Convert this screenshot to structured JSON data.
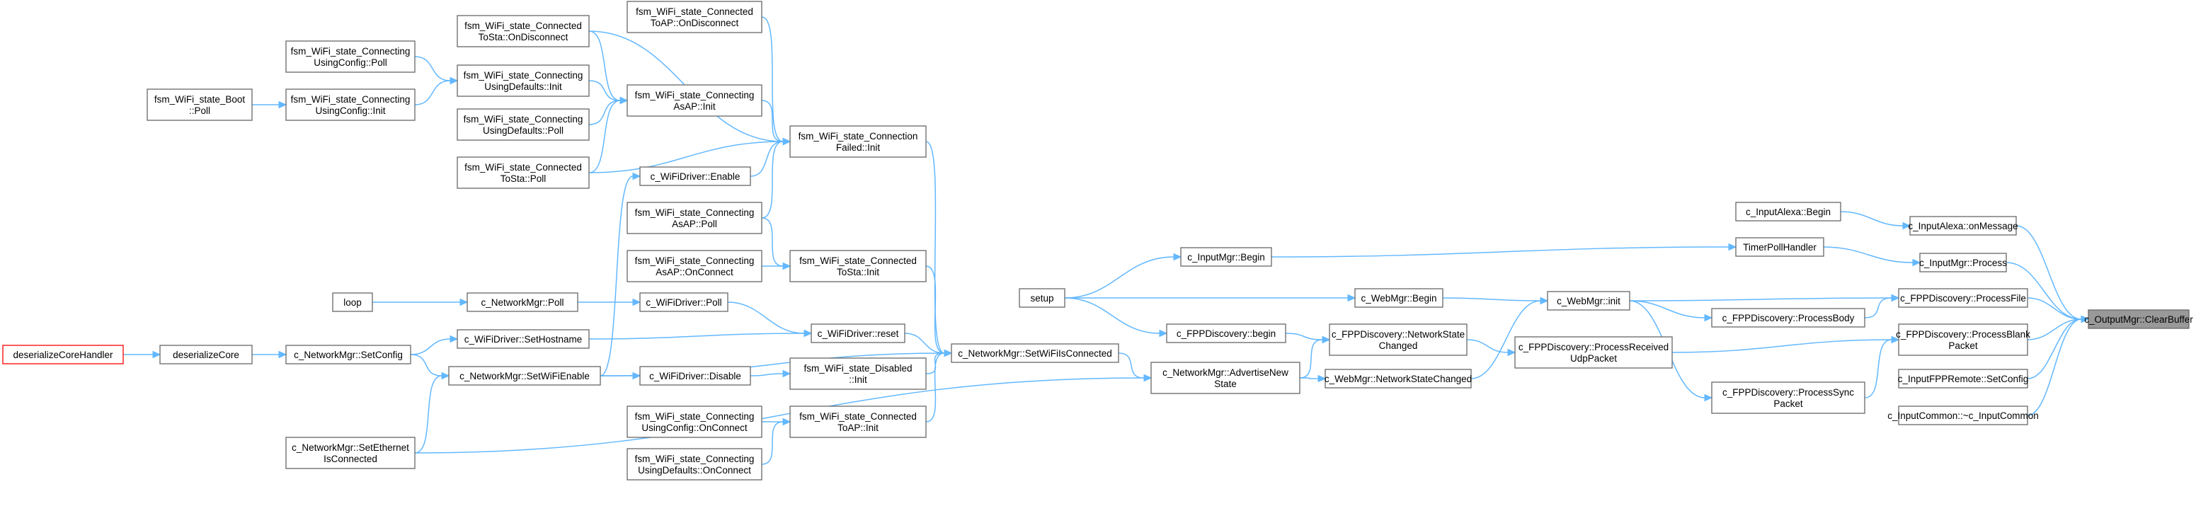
{
  "colors": {
    "edge": "#63b8ff",
    "node_border": "#666666",
    "focus_node_fill": "#999999",
    "error_node_border": "#ff0000"
  },
  "nodes": [
    {
      "id": "n1",
      "lines": [
        "c_OutputMgr::ClearBuffer"
      ],
      "style": "highlight"
    },
    {
      "id": "n2",
      "lines": [
        "c_InputAlexa::onMessage"
      ]
    },
    {
      "id": "n3",
      "lines": [
        "c_InputMgr::Process"
      ]
    },
    {
      "id": "n4",
      "lines": [
        "c_FPPDiscovery::ProcessFile"
      ]
    },
    {
      "id": "n5",
      "lines": [
        "c_FPPDiscovery::ProcessBlank",
        "Packet"
      ]
    },
    {
      "id": "n6",
      "lines": [
        "c_InputFPPRemote::SetConfig"
      ]
    },
    {
      "id": "n7",
      "lines": [
        "c_InputCommon::~c_InputCommon"
      ]
    },
    {
      "id": "n8",
      "lines": [
        "c_InputAlexa::Begin"
      ]
    },
    {
      "id": "n9",
      "lines": [
        "TimerPollHandler"
      ]
    },
    {
      "id": "n10",
      "lines": [
        "c_WebMgr::init"
      ]
    },
    {
      "id": "n11",
      "lines": [
        "c_FPPDiscovery::ProcessBody"
      ]
    },
    {
      "id": "n12",
      "lines": [
        "c_FPPDiscovery::ProcessReceived",
        "UdpPacket"
      ]
    },
    {
      "id": "n13",
      "lines": [
        "c_FPPDiscovery::ProcessSync",
        "Packet"
      ]
    },
    {
      "id": "n14",
      "lines": [
        "c_InputMgr::Begin"
      ]
    },
    {
      "id": "n15",
      "lines": [
        "setup"
      ]
    },
    {
      "id": "n16",
      "lines": [
        "c_WebMgr::Begin"
      ]
    },
    {
      "id": "n17",
      "lines": [
        "c_FPPDiscovery::NetworkState",
        "Changed"
      ]
    },
    {
      "id": "n18",
      "lines": [
        "c_WebMgr::NetworkStateChanged"
      ]
    },
    {
      "id": "n19",
      "lines": [
        "c_FPPDiscovery::begin"
      ]
    },
    {
      "id": "n20",
      "lines": [
        "c_NetworkMgr::AdvertiseNew",
        "State"
      ]
    },
    {
      "id": "n21",
      "lines": [
        "c_NetworkMgr::SetWiFiIsConnected"
      ]
    },
    {
      "id": "n22",
      "lines": [
        "c_NetworkMgr::SetEthernet",
        "IsConnected"
      ]
    },
    {
      "id": "n23",
      "lines": [
        "fsm_WiFi_state_Connection",
        "Failed::Init"
      ]
    },
    {
      "id": "n24",
      "lines": [
        "fsm_WiFi_state_Connected",
        "ToSta::Init"
      ]
    },
    {
      "id": "n25",
      "lines": [
        "c_WiFiDriver::reset"
      ]
    },
    {
      "id": "n26",
      "lines": [
        "fsm_WiFi_state_Disabled",
        "::Init"
      ]
    },
    {
      "id": "n27",
      "lines": [
        "fsm_WiFi_state_Connected",
        "ToAP::Init"
      ]
    },
    {
      "id": "n28",
      "lines": [
        "c_NetworkMgr::SetWiFiEnable"
      ]
    },
    {
      "id": "n29",
      "lines": [
        "fsm_WiFi_state_Connected",
        "ToAP::OnDisconnect"
      ]
    },
    {
      "id": "n30",
      "lines": [
        "fsm_WiFi_state_Connected",
        "ToSta::OnDisconnect"
      ]
    },
    {
      "id": "n31",
      "lines": [
        "fsm_WiFi_state_Connecting",
        "AsAP::Init"
      ]
    },
    {
      "id": "n32",
      "lines": [
        "fsm_WiFi_state_Connected",
        "ToSta::Poll"
      ]
    },
    {
      "id": "n33",
      "lines": [
        "c_WiFiDriver::Enable"
      ]
    },
    {
      "id": "n34",
      "lines": [
        "fsm_WiFi_state_Connecting",
        "AsAP::Poll"
      ]
    },
    {
      "id": "n35",
      "lines": [
        "fsm_WiFi_state_Connecting",
        "UsingConfig::Poll"
      ]
    },
    {
      "id": "n36",
      "lines": [
        "fsm_WiFi_state_Connecting",
        "UsingDefaults::Init"
      ]
    },
    {
      "id": "n37",
      "lines": [
        "fsm_WiFi_state_Connecting",
        "UsingDefaults::Poll"
      ]
    },
    {
      "id": "n38",
      "lines": [
        "fsm_WiFi_state_Connecting",
        "UsingConfig::Init"
      ]
    },
    {
      "id": "n39",
      "lines": [
        "fsm_WiFi_state_Boot",
        "::Poll"
      ]
    },
    {
      "id": "n40",
      "lines": [
        "fsm_WiFi_state_Connecting",
        "AsAP::OnConnect"
      ]
    },
    {
      "id": "n41",
      "lines": [
        "c_WiFiDriver::Poll"
      ]
    },
    {
      "id": "n42",
      "lines": [
        "c_NetworkMgr::Poll"
      ]
    },
    {
      "id": "n43",
      "lines": [
        "loop"
      ]
    },
    {
      "id": "n44",
      "lines": [
        "c_WiFiDriver::SetHostname"
      ]
    },
    {
      "id": "n45",
      "lines": [
        "c_NetworkMgr::SetConfig"
      ]
    },
    {
      "id": "n46",
      "lines": [
        "deserializeCore"
      ]
    },
    {
      "id": "n47",
      "lines": [
        "deserializeCoreHandler"
      ],
      "style": "error"
    },
    {
      "id": "n48",
      "lines": [
        "c_WiFiDriver::Disable"
      ]
    },
    {
      "id": "n49",
      "lines": [
        "fsm_WiFi_state_Connecting",
        "UsingConfig::OnConnect"
      ]
    },
    {
      "id": "n50",
      "lines": [
        "fsm_WiFi_state_Connecting",
        "UsingDefaults::OnConnect"
      ]
    }
  ],
  "edges": [
    [
      "n2",
      "n1"
    ],
    [
      "n3",
      "n1"
    ],
    [
      "n4",
      "n1"
    ],
    [
      "n5",
      "n1"
    ],
    [
      "n6",
      "n1"
    ],
    [
      "n7",
      "n1"
    ],
    [
      "n8",
      "n2"
    ],
    [
      "n9",
      "n3"
    ],
    [
      "n10",
      "n4"
    ],
    [
      "n11",
      "n4"
    ],
    [
      "n12",
      "n5"
    ],
    [
      "n13",
      "n5"
    ],
    [
      "n14",
      "n9"
    ],
    [
      "n15",
      "n14"
    ],
    [
      "n15",
      "n16"
    ],
    [
      "n15",
      "n19"
    ],
    [
      "n16",
      "n10"
    ],
    [
      "n18",
      "n10"
    ],
    [
      "n10",
      "n11"
    ],
    [
      "n10",
      "n13"
    ],
    [
      "n17",
      "n12"
    ],
    [
      "n19",
      "n17"
    ],
    [
      "n20",
      "n17"
    ],
    [
      "n20",
      "n18"
    ],
    [
      "n21",
      "n20"
    ],
    [
      "n22",
      "n20"
    ],
    [
      "n23",
      "n21"
    ],
    [
      "n24",
      "n21"
    ],
    [
      "n25",
      "n21"
    ],
    [
      "n26",
      "n21"
    ],
    [
      "n27",
      "n21"
    ],
    [
      "n28",
      "n21"
    ],
    [
      "n29",
      "n23"
    ],
    [
      "n30",
      "n23"
    ],
    [
      "n31",
      "n23"
    ],
    [
      "n32",
      "n23"
    ],
    [
      "n33",
      "n23"
    ],
    [
      "n34",
      "n23"
    ],
    [
      "n30",
      "n31"
    ],
    [
      "n36",
      "n31"
    ],
    [
      "n37",
      "n31"
    ],
    [
      "n32",
      "n31"
    ],
    [
      "n35",
      "n36"
    ],
    [
      "n38",
      "n36"
    ],
    [
      "n39",
      "n38"
    ],
    [
      "n28",
      "n33"
    ],
    [
      "n34",
      "n24"
    ],
    [
      "n40",
      "n24"
    ],
    [
      "n41",
      "n25"
    ],
    [
      "n42",
      "n41"
    ],
    [
      "n43",
      "n42"
    ],
    [
      "n44",
      "n25"
    ],
    [
      "n45",
      "n44"
    ],
    [
      "n45",
      "n28"
    ],
    [
      "n46",
      "n45"
    ],
    [
      "n47",
      "n46"
    ],
    [
      "n48",
      "n26"
    ],
    [
      "n28",
      "n48"
    ],
    [
      "n22",
      "n28"
    ],
    [
      "n49",
      "n27"
    ],
    [
      "n50",
      "n27"
    ]
  ]
}
